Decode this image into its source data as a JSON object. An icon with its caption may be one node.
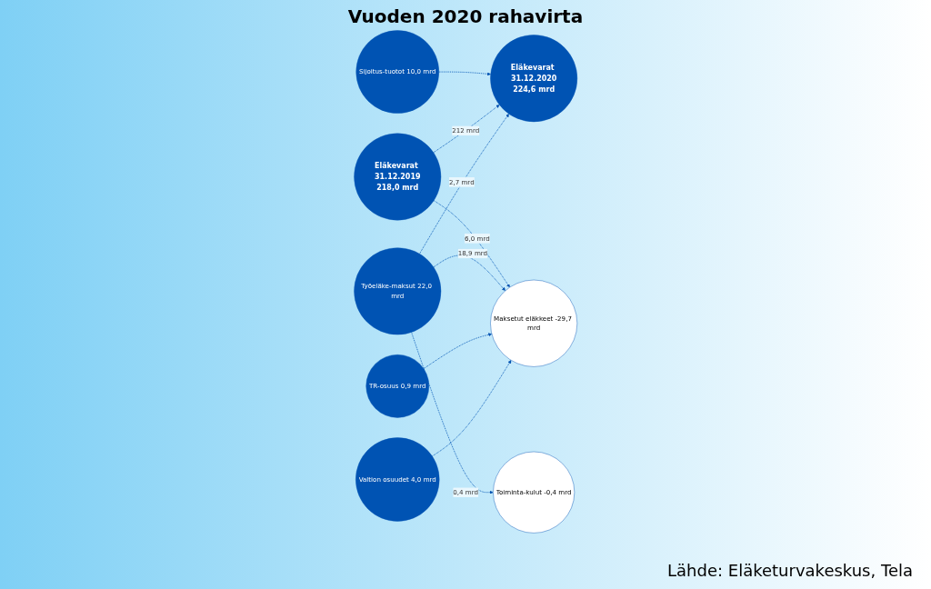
{
  "diagram": {
    "title": "Vuoden 2020 rahavirta",
    "nodes": [
      {
        "text": [
          "Eläkevarat 31.12.2019",
          "218,0 mrd"
        ]
      },
      {
        "text": [
          "Valtion osuudet 4,0 mrd"
        ]
      },
      {
        "text": [
          "TR-osuus 0,9 mrd"
        ]
      },
      {
        "text": [
          "Työeläke-maksut 22,0 mrd"
        ]
      },
      {
        "text": [
          "Maksetut eläkkeet -29,7 mrd"
        ]
      },
      {
        "text": [
          "Toiminta-kulut -0,4 mrd"
        ]
      },
      {
        "text": [
          "Sijoitus-tuotot 10,0 mrd"
        ]
      },
      {
        "text": [
          "Eläkevarat 31.12.2020",
          "224,6 mrd"
        ]
      }
    ],
    "edges": [
      {
        "from": 1,
        "to": 4,
        "arrow": "to",
        "style": "dashed"
      },
      {
        "from": 2,
        "to": 4,
        "arrow": "to",
        "style": "dashed"
      },
      {
        "from": 3,
        "to": 4,
        "arrow": "to",
        "style": "dashed",
        "label": "18,9 mrd"
      },
      {
        "from": 3,
        "to": 5,
        "arrow": "to",
        "style": "dashed",
        "label": "0,4 mrd"
      },
      {
        "from": 3,
        "to": 7,
        "arrow": "to",
        "style": "dashed",
        "label": "2,7 mrd"
      },
      {
        "from": 0,
        "to": 7,
        "arrow": "to",
        "style": "dashed",
        "label": "212 mrd"
      },
      {
        "from": 0,
        "to": 4,
        "arrow": "to",
        "style": "dashed",
        "label": "6,0 mrd"
      },
      {
        "from": 6,
        "to": 7,
        "arrow": "to",
        "style": "dashed"
      }
    ],
    "labels": [
      "Lähde: Eläketurvakeskus, Tela"
    ]
  }
}
